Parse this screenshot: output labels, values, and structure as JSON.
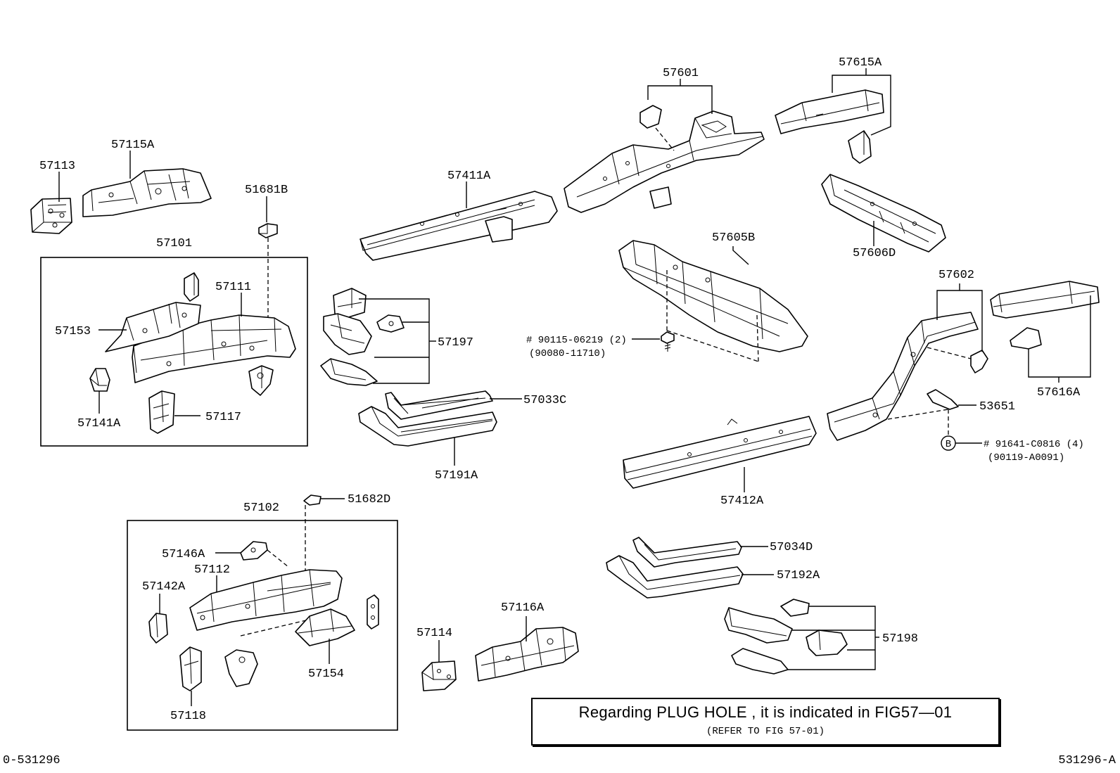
{
  "labels": {
    "p57113": "57113",
    "p57115A": "57115A",
    "p51681B": "51681B",
    "p57101": "57101",
    "p57111": "57111",
    "p57153": "57153",
    "p57141A": "57141A",
    "p57117": "57117",
    "p57411A": "57411A",
    "p57197": "57197",
    "p57033C": "57033C",
    "p57191A": "57191A",
    "p57601": "57601",
    "p57605B": "57605B",
    "p57615A": "57615A",
    "p57606D": "57606D",
    "p57602": "57602",
    "p57616A": "57616A",
    "p53651": "53651",
    "p57412A": "57412A",
    "p51682D": "51682D",
    "p57102": "57102",
    "p57146A": "57146A",
    "p57112": "57112",
    "p57142A": "57142A",
    "p57154": "57154",
    "p57118": "57118",
    "p57114": "57114",
    "p57116A": "57116A",
    "p57034D": "57034D",
    "p57192A": "57192A",
    "p57198": "57198"
  },
  "fasteners": {
    "bolt1": "# 90115-06219 (2)",
    "bolt1_alt": "(90080-11710)",
    "bolt2_marker": "B",
    "bolt2": "# 91641-C0816 (4)",
    "bolt2_alt": "(90119-A0091)"
  },
  "note": {
    "main": "Regarding PLUG HOLE , it is indicated in FIG57—01",
    "sub": "(REFER TO FIG 57-01)"
  },
  "footer": {
    "left_code": "0-531296",
    "right_code": "531296-A"
  }
}
